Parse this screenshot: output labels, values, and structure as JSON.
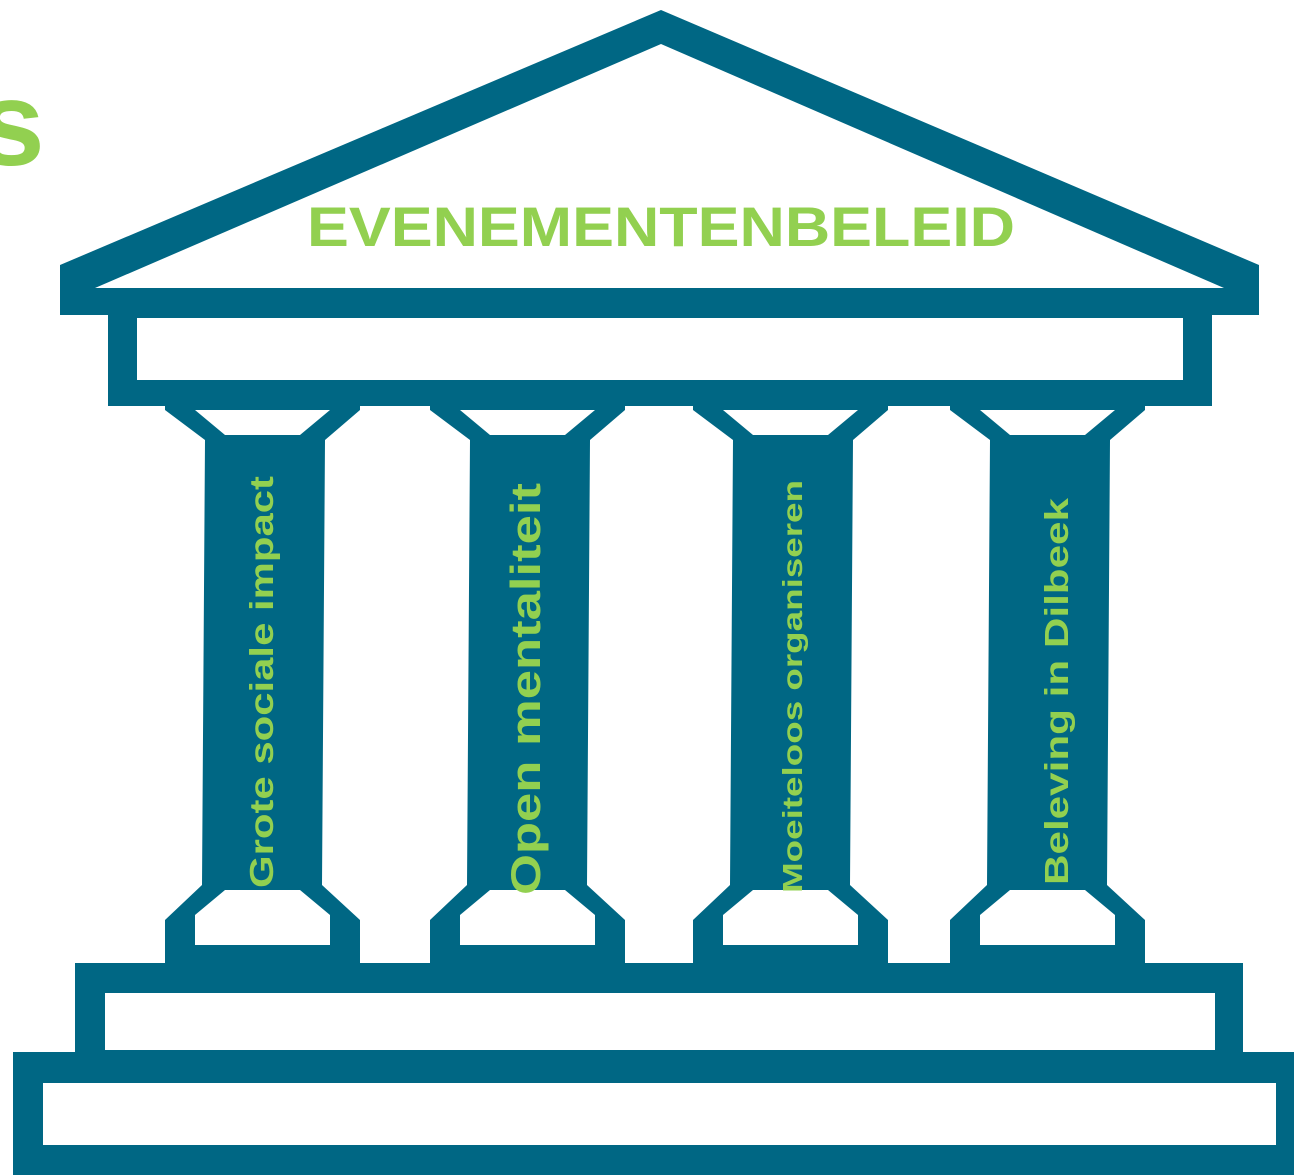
{
  "cropped_edge_glyph": "s",
  "roof": {
    "title": "EVENEMENTENBELEID"
  },
  "pillars": [
    {
      "label": "Grote sociale impact"
    },
    {
      "label": "Open mentaliteit"
    },
    {
      "label": "Moeiteloos organiseren"
    },
    {
      "label": "Beleving in Dilbeek"
    }
  ],
  "colors": {
    "structure": "#006784",
    "text": "#92d050",
    "background": "#ffffff"
  }
}
